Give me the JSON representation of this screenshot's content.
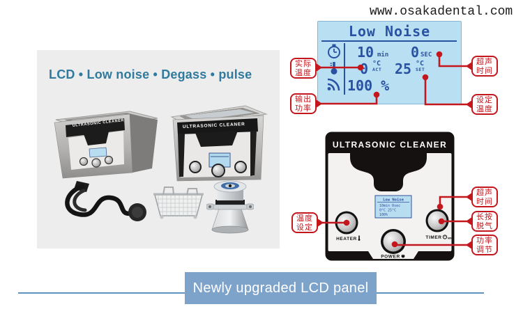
{
  "watermark": "www.osakadental.com",
  "features_title": "LCD • Low noise •  Degass • pulse",
  "machine_label": "ULTRASONIC CLEANER",
  "lcd": {
    "title": "Low Noise",
    "min_value": "10",
    "min_unit": "min",
    "sec_value": "0",
    "sec_unit": "SEC",
    "act_value": "0",
    "act_degree": "°C",
    "act_label": "ACT",
    "set_value": "25",
    "set_degree": "°C",
    "set_label": "SET",
    "power_value": "100 %"
  },
  "callouts": {
    "actual_temp": {
      "line1": "实际",
      "line2": "温度"
    },
    "output_power": {
      "line1": "输出",
      "line2": "功率"
    },
    "ultrasonic_time_lcd": {
      "line1": "超声",
      "line2": "时间"
    },
    "set_temp": {
      "line1": "设定",
      "line2": "温度"
    },
    "temp_setting": {
      "line1": "温度",
      "line2": "设定"
    },
    "ultrasonic_time_panel": {
      "line1": "超声",
      "line2": "时间"
    },
    "degas_longpress": {
      "line1": "长按",
      "line2": "脱气"
    },
    "power_adjust": {
      "line1": "功率",
      "line2": "调节"
    }
  },
  "panel": {
    "brand": "ULTRASONIC CLEANER",
    "heater_label": "HEATER",
    "power_label": "POWER",
    "timer_label": "TIMER",
    "timer_unit": "MIN",
    "mini_lcd": {
      "title": "Low Noise",
      "row1": "10min 0sec",
      "row2": "0°C  25°C",
      "row3": "100%"
    }
  },
  "banner": {
    "text": "Newly upgraded LCD panel"
  },
  "colors": {
    "accent_red": "#c3161d",
    "lcd_blue": "#2a52a3",
    "lcd_bg": "#b9dff2",
    "banner_blue": "#7ea3cb",
    "title_teal": "#2f7a9d",
    "panel_black": "#161111"
  }
}
